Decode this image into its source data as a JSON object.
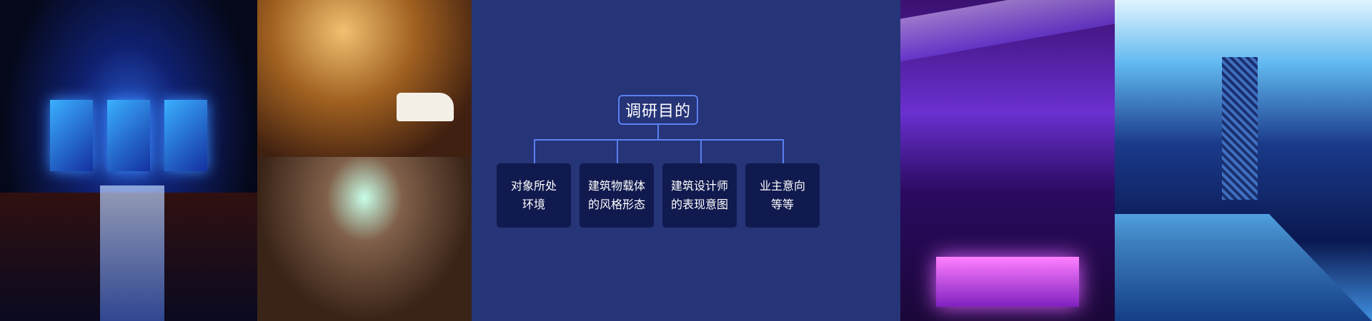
{
  "diagram": {
    "title": "调研目的",
    "items": [
      {
        "line1": "对象所处",
        "line2": "环境"
      },
      {
        "line1": "建筑物载体",
        "line2": "的风格形态"
      },
      {
        "line1": "建筑设计师",
        "line2": "的表现意图"
      },
      {
        "line1": "业主意向",
        "line2": "等等"
      }
    ]
  },
  "colors": {
    "background": "#263478",
    "node": "#111a4e",
    "accent": "#5b80f0"
  }
}
